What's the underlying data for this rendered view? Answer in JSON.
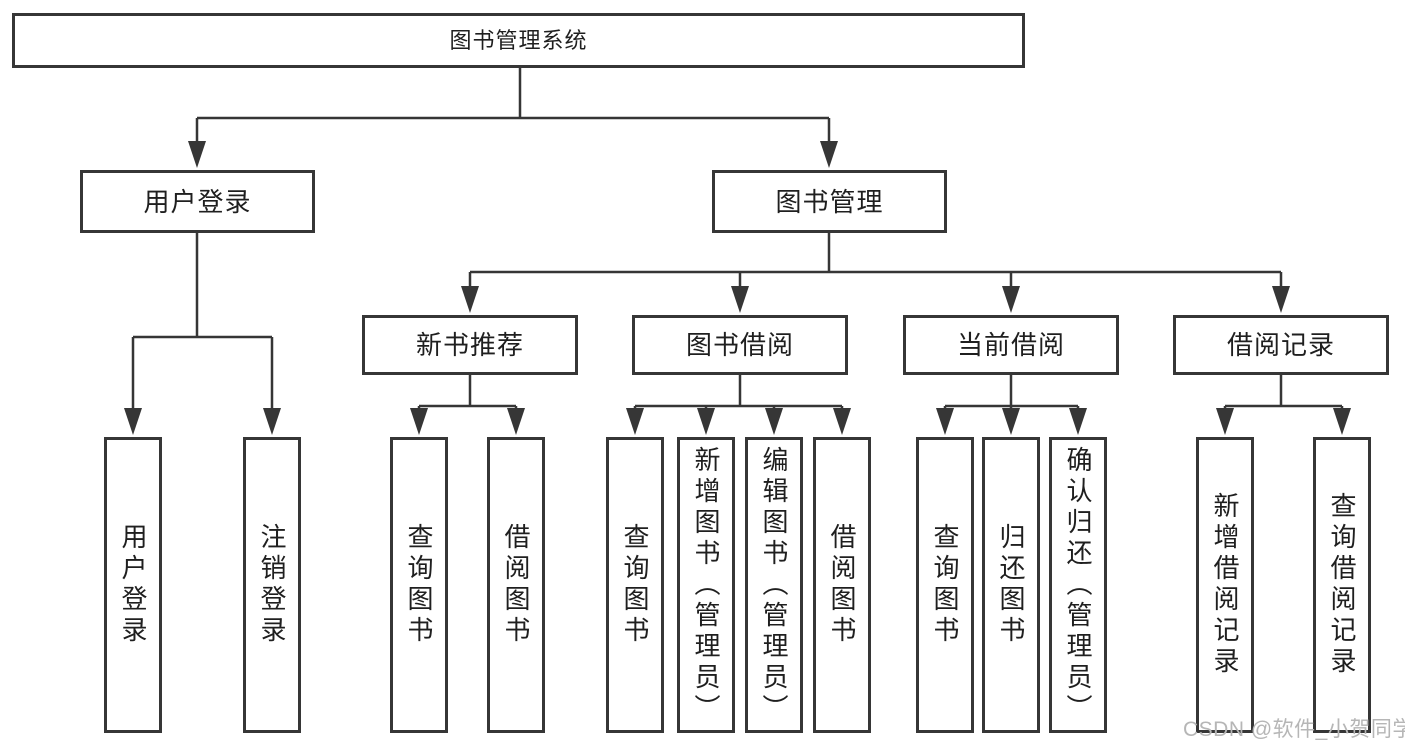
{
  "colors": {
    "line": "#363636",
    "box_border": "#363636",
    "text": "#1f1f1f",
    "watermark": "#b6b6b6",
    "background": "#ffffff"
  },
  "tree": {
    "label": "图书管理系统",
    "children": [
      {
        "label": "用户登录",
        "children": [
          {
            "label": "用户登录"
          },
          {
            "label": "注销登录"
          }
        ]
      },
      {
        "label": "图书管理",
        "children": [
          {
            "label": "新书推荐",
            "children": [
              {
                "label": "查询图书"
              },
              {
                "label": "借阅图书"
              }
            ]
          },
          {
            "label": "图书借阅",
            "children": [
              {
                "label": "查询图书"
              },
              {
                "label": "新增图书（管理员）"
              },
              {
                "label": "编辑图书（管理员）"
              },
              {
                "label": "借阅图书"
              }
            ]
          },
          {
            "label": "当前借阅",
            "children": [
              {
                "label": "查询图书"
              },
              {
                "label": "归还图书"
              },
              {
                "label": "确认归还（管理员）"
              }
            ]
          },
          {
            "label": "借阅记录",
            "children": [
              {
                "label": "新增借阅记录"
              },
              {
                "label": "查询借阅记录"
              }
            ]
          }
        ]
      }
    ]
  },
  "watermark": {
    "text": "CSDN @软件_小贺同学"
  }
}
